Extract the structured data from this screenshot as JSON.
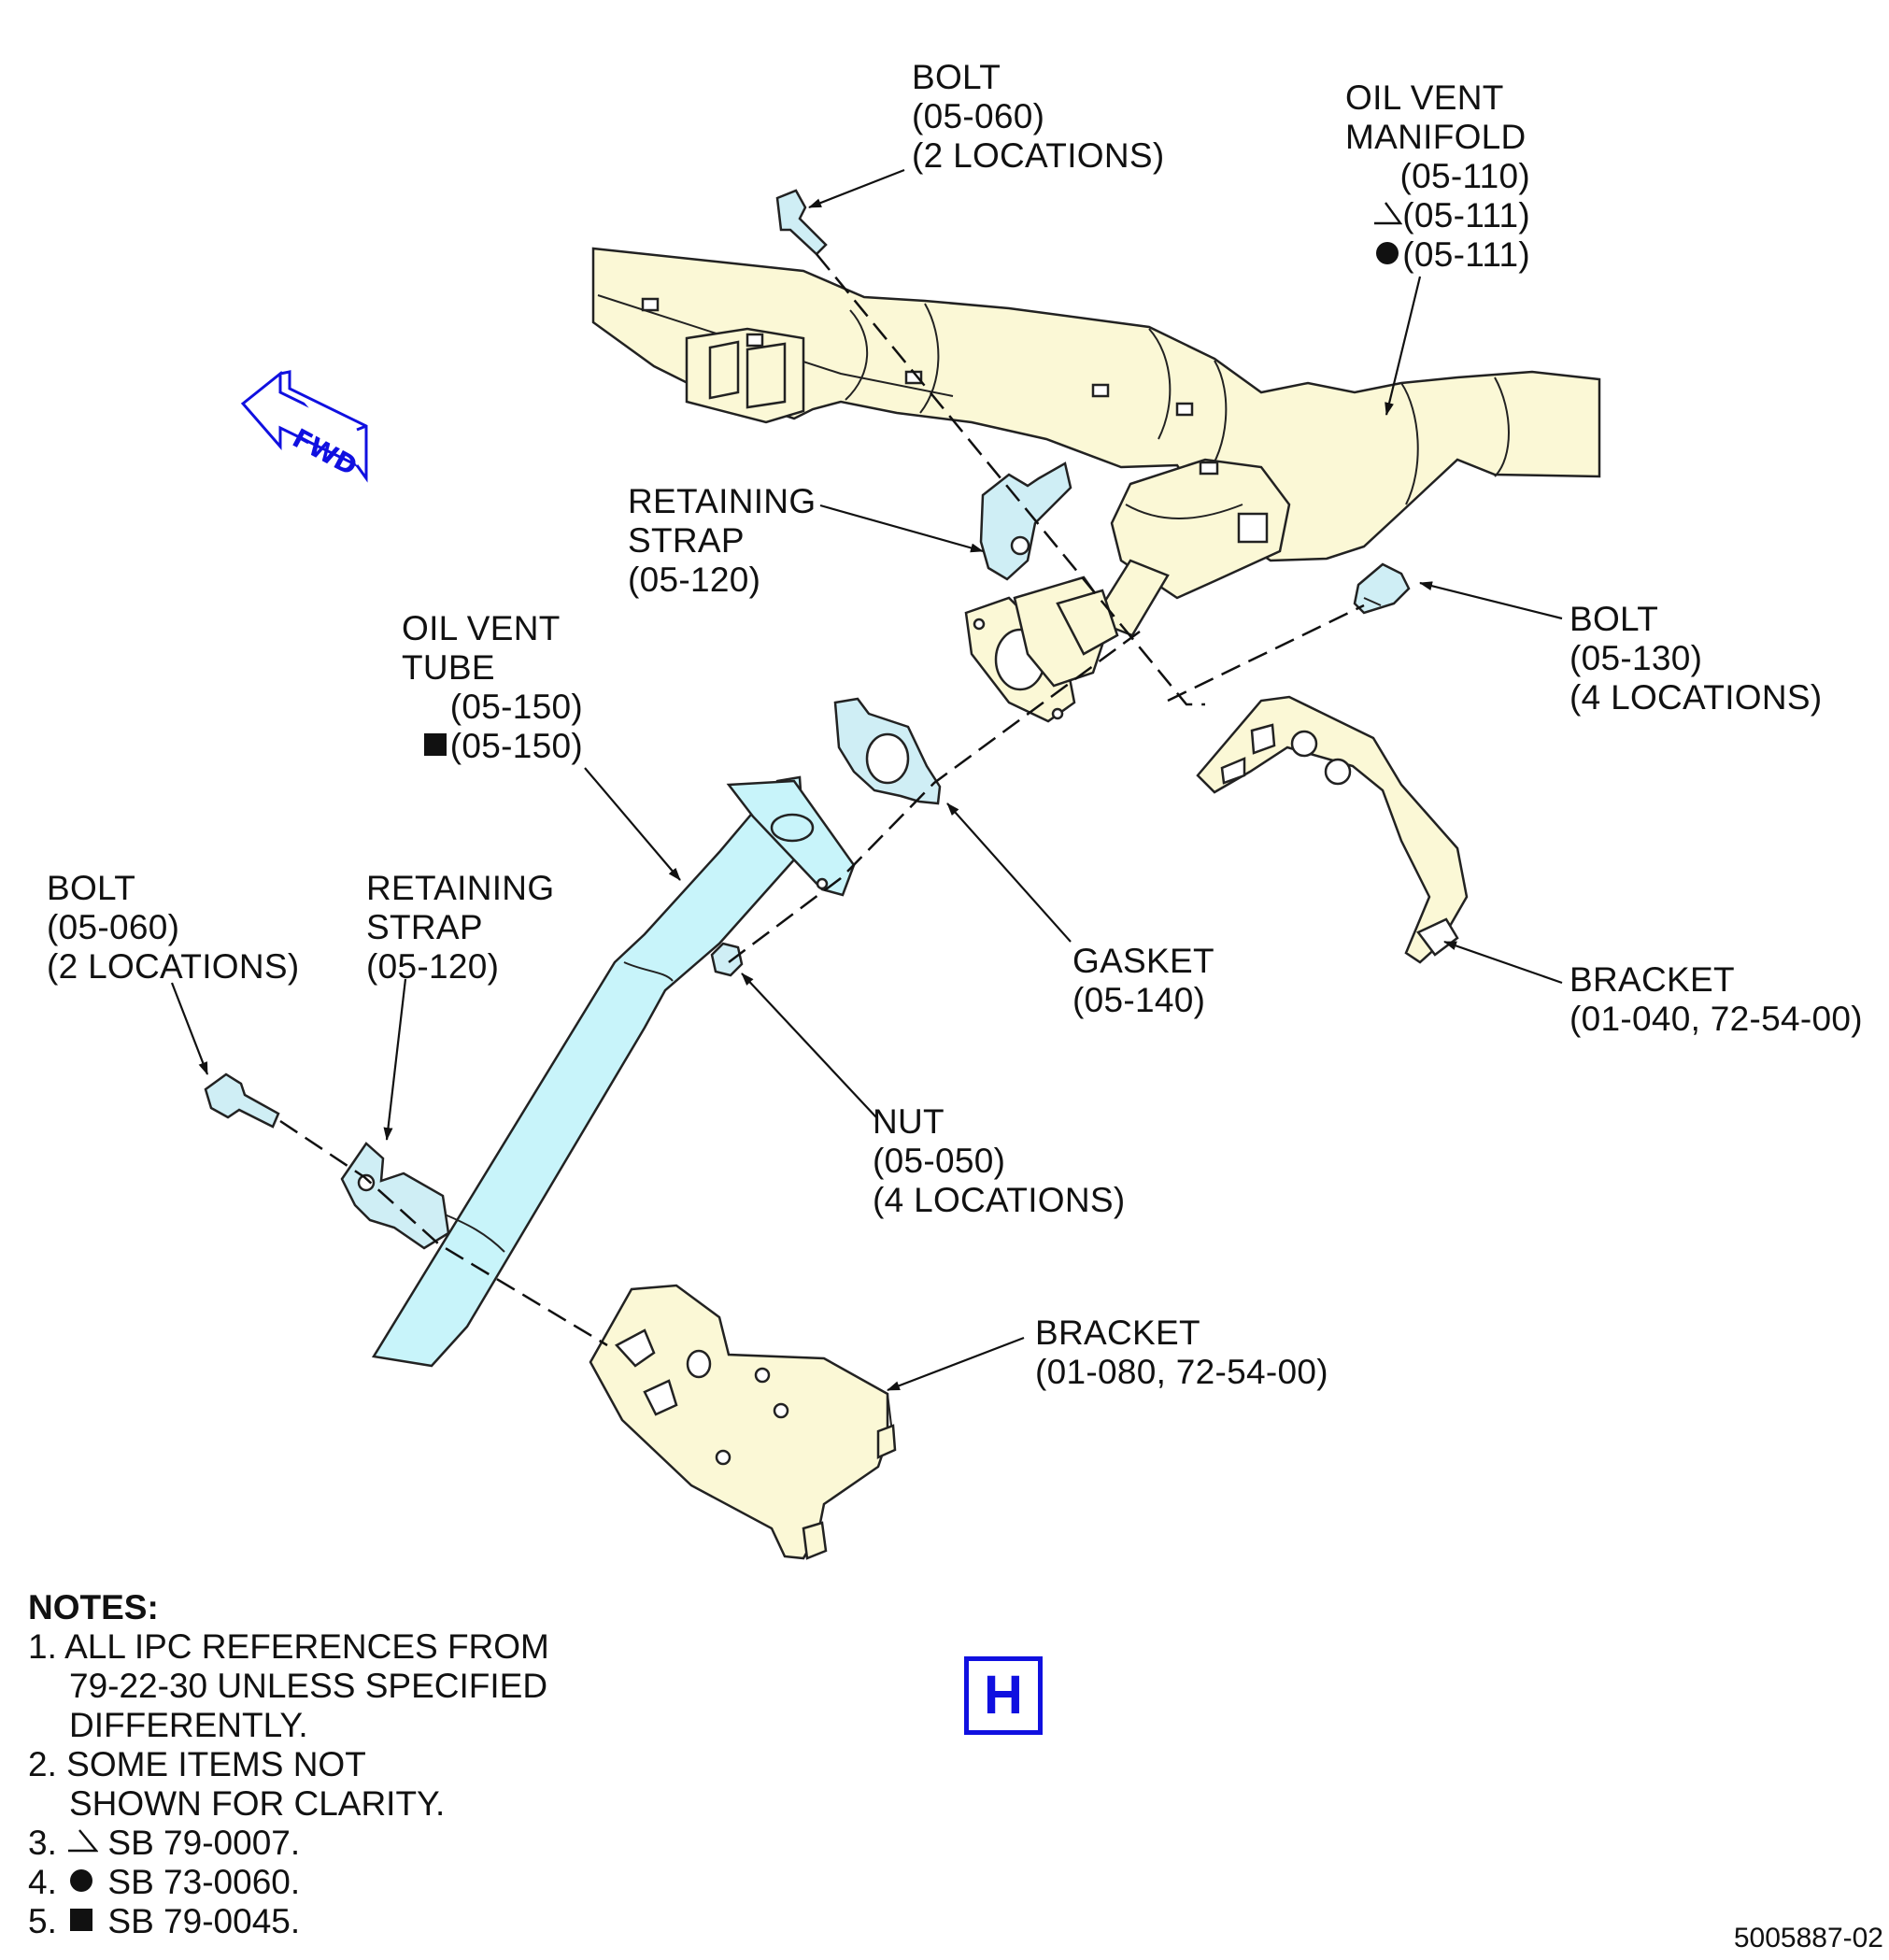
{
  "fwd_label": "FWD",
  "labels": {
    "bolt_top": [
      "BOLT",
      "(05-060)",
      "(2 LOCATIONS)"
    ],
    "manifold": [
      "OIL VENT",
      "MANIFOLD",
      "(05-110)",
      "(05-111)",
      "(05-111)"
    ],
    "strap_top": [
      "RETAINING",
      "STRAP",
      "(05-120)"
    ],
    "bolt_130": [
      "BOLT",
      "(05-130)",
      "(4 LOCATIONS)"
    ],
    "vent_tube": [
      "OIL VENT",
      "TUBE",
      "(05-150)",
      "(05-150)"
    ],
    "bolt_left": [
      "BOLT",
      "(05-060)",
      "(2 LOCATIONS)"
    ],
    "strap_left": [
      "RETAINING",
      "STRAP",
      "(05-120)"
    ],
    "gasket": [
      "GASKET",
      "(05-140)"
    ],
    "bracket_right": [
      "BRACKET",
      "(01-040, 72-54-00)"
    ],
    "nut": [
      "NUT",
      "(05-050)",
      "(4 LOCATIONS)"
    ],
    "bracket_bottom": [
      "BRACKET",
      "(01-080, 72-54-00)"
    ]
  },
  "notes": {
    "title": "NOTES:",
    "n1": [
      "1. ALL IPC REFERENCES FROM",
      "79-22-30 UNLESS SPECIFIED",
      "DIFFERENTLY."
    ],
    "n2": [
      "2. SOME ITEMS NOT",
      "SHOWN FOR CLARITY."
    ],
    "n3_num": "3.",
    "n3": "SB 79-0007.",
    "n4_num": "4.",
    "n4": "SB 73-0060.",
    "n5_num": "5.",
    "n5": "SB 79-0045."
  },
  "view_letter": "H",
  "drawing_number": "5005887-02",
  "colors": {
    "part_fill": "#fbf8d6",
    "tube_fill": "#c8f4fa",
    "fastener_fill": "#cfeef5",
    "outline": "#222222",
    "accent_blue": "#1010e0"
  }
}
